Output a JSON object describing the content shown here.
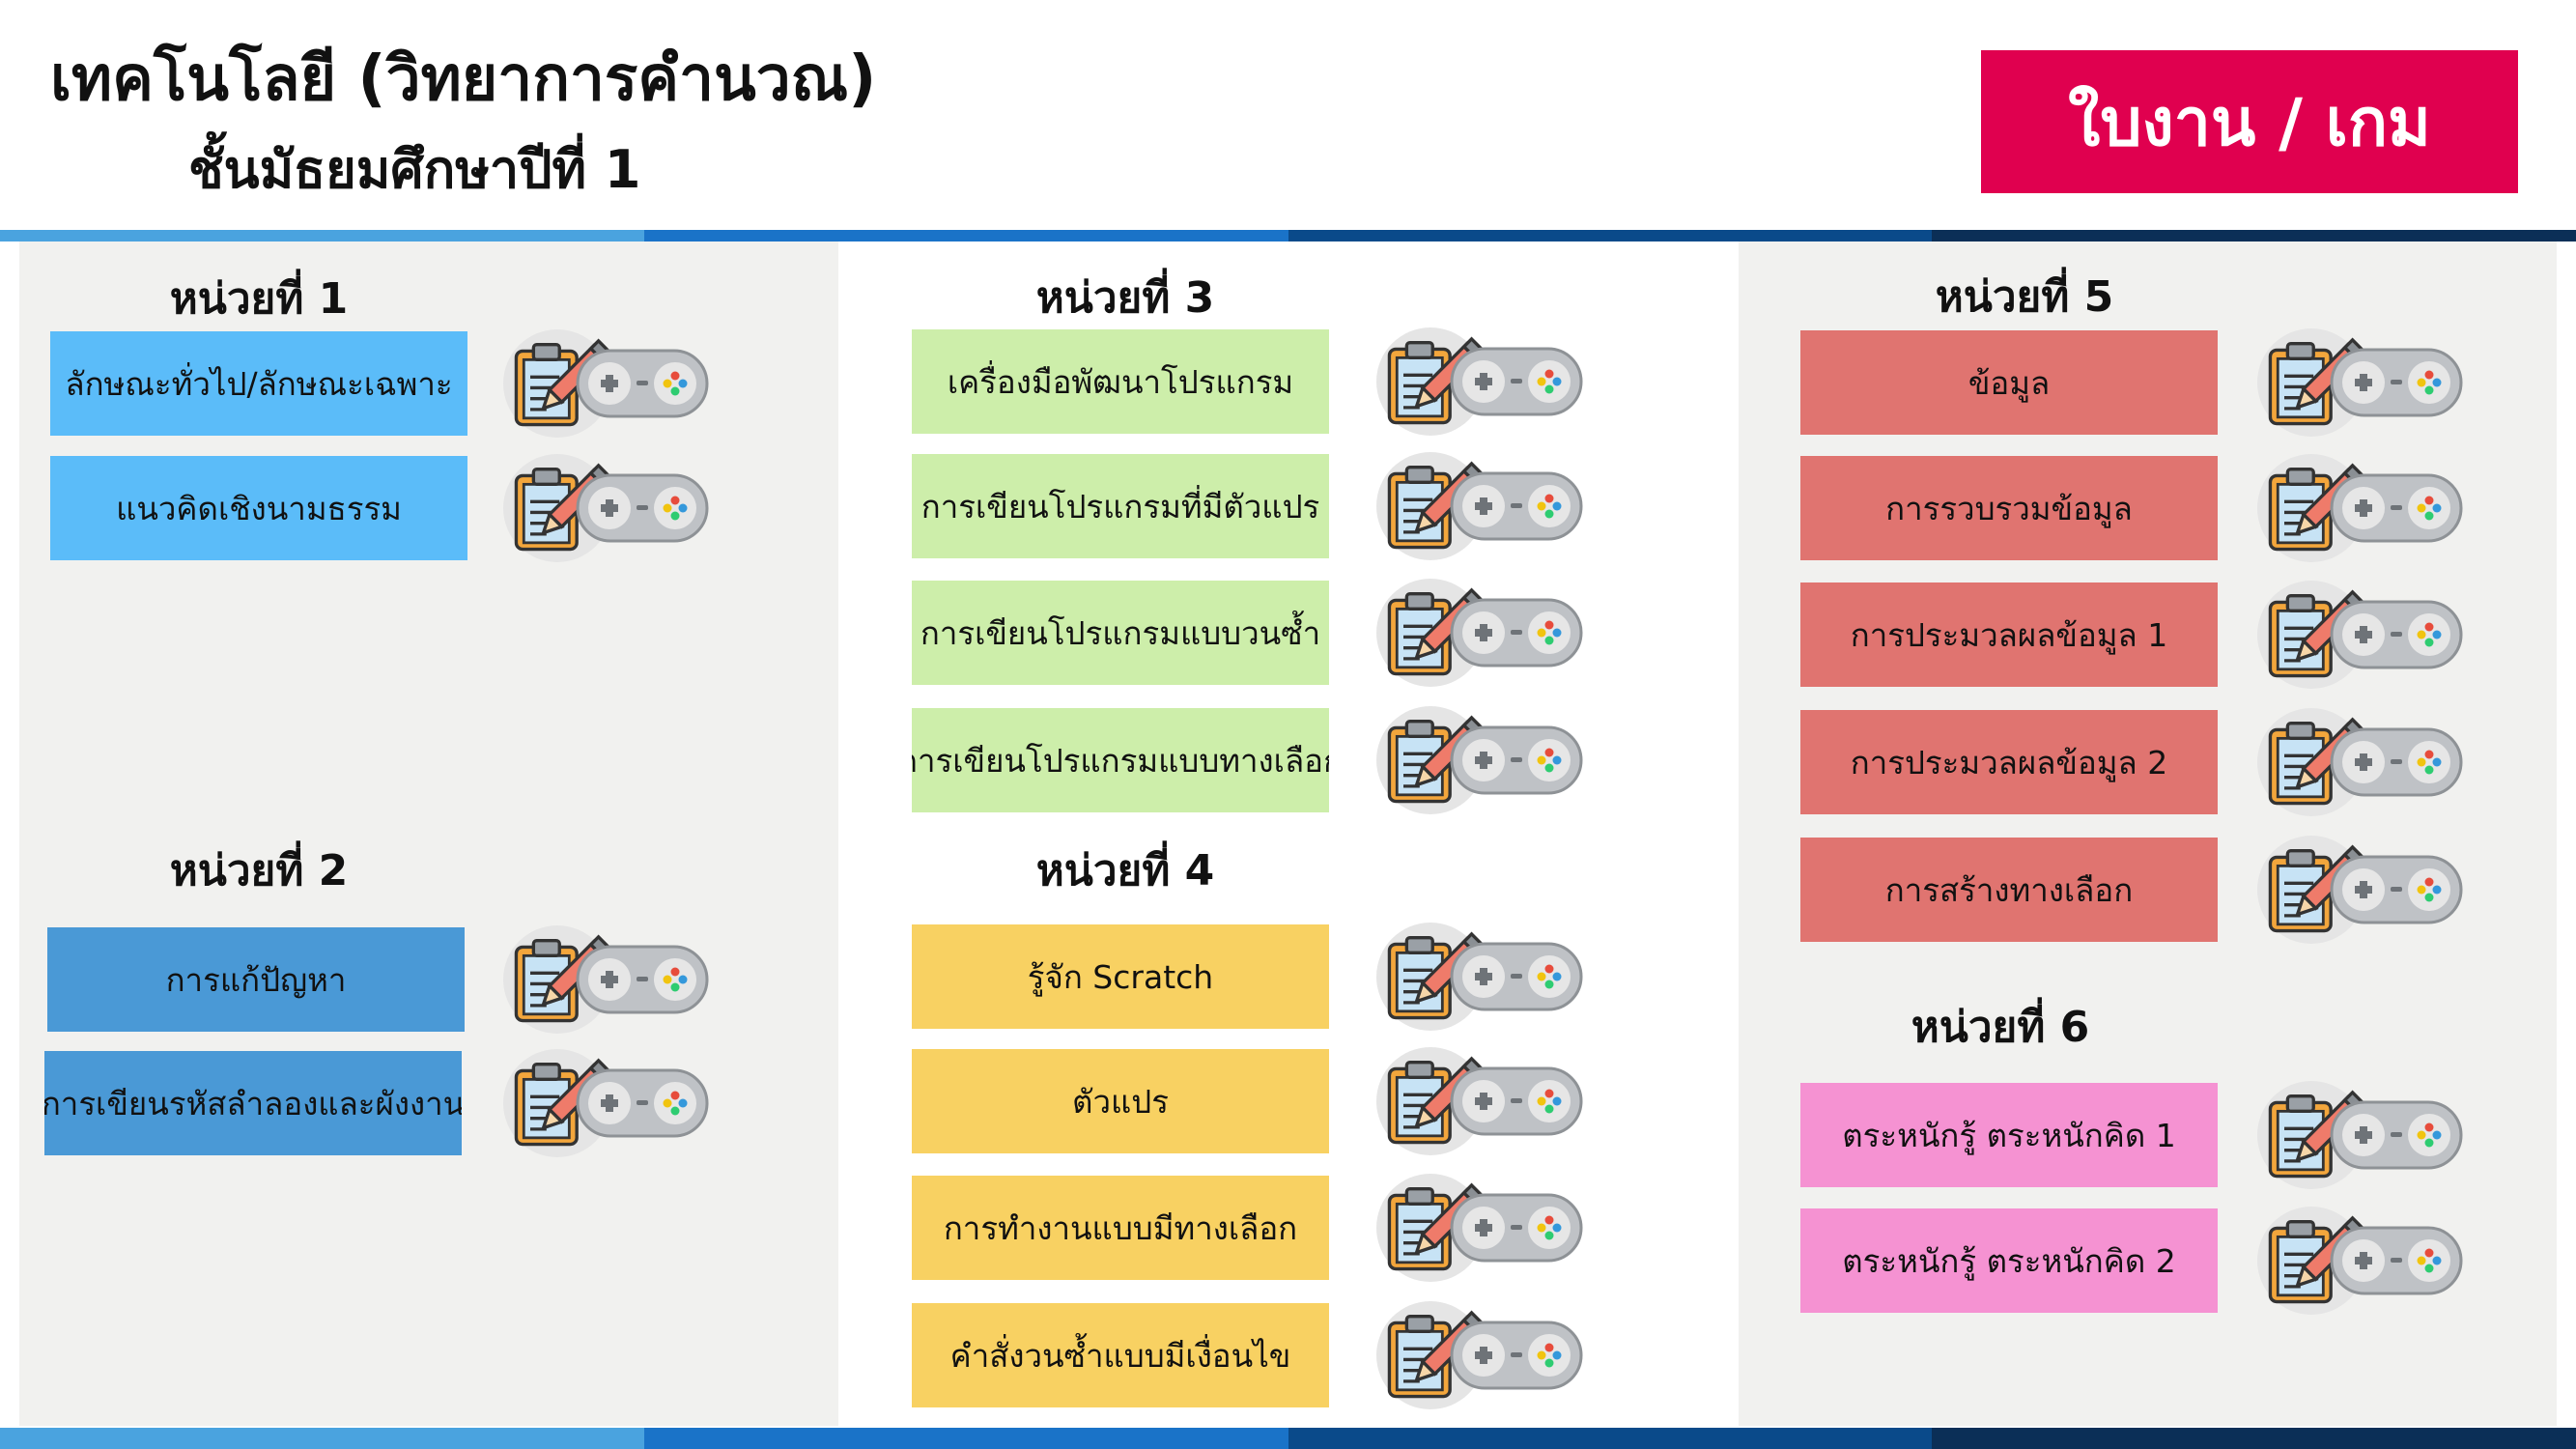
{
  "header": {
    "title": "เทคโนโลยี (วิทยาการคำนวณ)",
    "subtitle": "ชั้นมัธยมศึกษาปีที่ 1",
    "badge_label": "ใบงาน / เกม",
    "badge_color": "#e0004f"
  },
  "icons": {
    "worksheet": "clipboard-pencil-icon",
    "game": "gamepad-icon"
  },
  "colors": {
    "unit1": "#5bbcf9",
    "unit2": "#4a99d6",
    "unit3": "#cdeeaa",
    "unit4": "#f8d162",
    "unit5": "#e07470",
    "unit6": "#f592d2",
    "stripe": [
      "#4aa3df",
      "#1a73c8",
      "#0a4a8a",
      "#0b2f57"
    ]
  },
  "units": [
    {
      "heading": "หน่วยที่ 1",
      "lessons": [
        "ลักษณะทั่วไป/ลักษณะเฉพาะ",
        "แนวคิดเชิงนามธรรม"
      ]
    },
    {
      "heading": "หน่วยที่ 2",
      "lessons": [
        "การแก้ปัญหา",
        "การเขียนรหัสลำลองและผังงาน"
      ]
    },
    {
      "heading": "หน่วยที่ 3",
      "lessons": [
        "เครื่องมือพัฒนาโปรแกรม",
        "การเขียนโปรแกรมที่มีตัวแปร",
        "การเขียนโปรแกรมแบบวนซ้ำ",
        "การเขียนโปรแกรมแบบทางเลือก"
      ]
    },
    {
      "heading": "หน่วยที่ 4",
      "lessons": [
        "รู้จัก Scratch",
        "ตัวแปร",
        "การทำงานแบบมีทางเลือก",
        "คำสั่งวนซ้ำแบบมีเงื่อนไข"
      ]
    },
    {
      "heading": "หน่วยที่ 5",
      "lessons": [
        "ข้อมูล",
        "การรวบรวมข้อมูล",
        "การประมวลผลข้อมูล 1",
        "การประมวลผลข้อมูล 2",
        "การสร้างทางเลือก"
      ]
    },
    {
      "heading": "หน่วยที่ 6",
      "lessons": [
        "ตระหนักรู้ ตระหนักคิด 1",
        "ตระหนักรู้ ตระหนักคิด 2"
      ]
    }
  ]
}
